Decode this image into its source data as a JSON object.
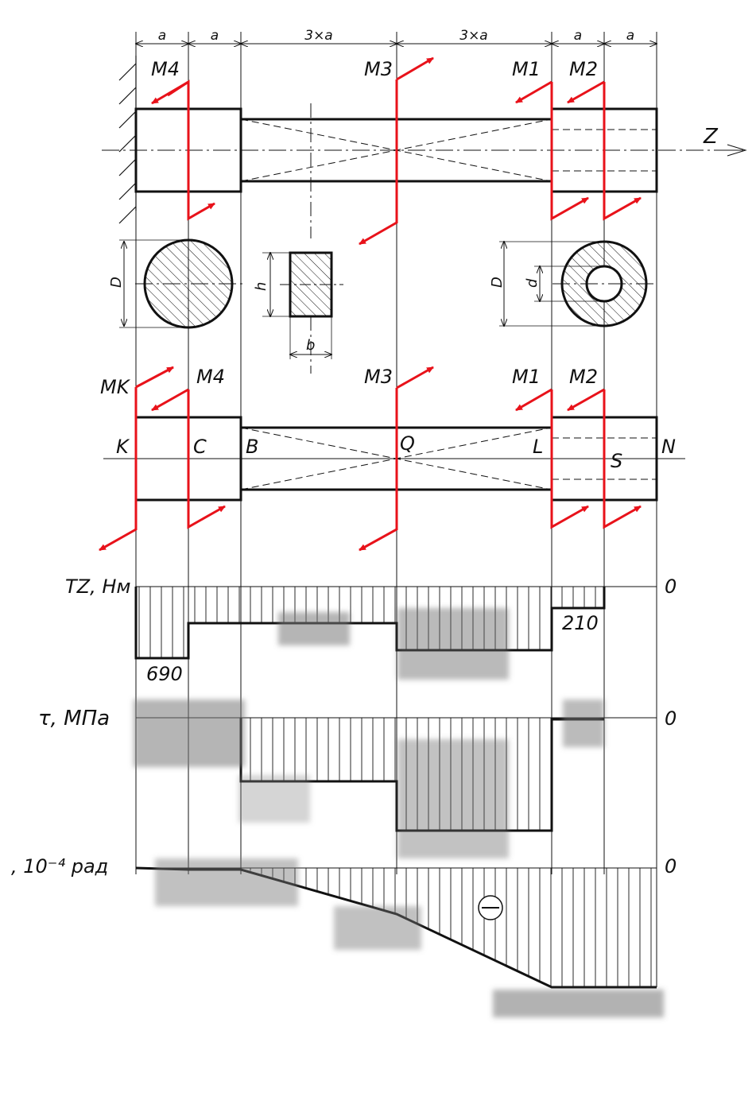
{
  "dimensions": [
    "a",
    "a",
    "3×a",
    "3×a",
    "a",
    "a"
  ],
  "axis_label": "Z",
  "moments_top": [
    "M4",
    "M3",
    "M1",
    "M2"
  ],
  "moments_bottom": [
    "MK",
    "M4",
    "M3",
    "M1",
    "M2"
  ],
  "section_labels": {
    "D_left": "D",
    "h": "h",
    "b": "b",
    "D_right": "D",
    "d": "d"
  },
  "points": [
    "K",
    "C",
    "B",
    "Q",
    "L",
    "S",
    "N"
  ],
  "torque": {
    "label": "TZ, Нм",
    "zero": "0",
    "v1": "690",
    "v2": "210"
  },
  "stress": {
    "label": "τ, МПа",
    "zero": "0"
  },
  "angle": {
    "label": ", 10⁻⁴ рад",
    "zero": "0"
  },
  "colors": {
    "line": "#111111",
    "arrow": "#e8121a"
  }
}
